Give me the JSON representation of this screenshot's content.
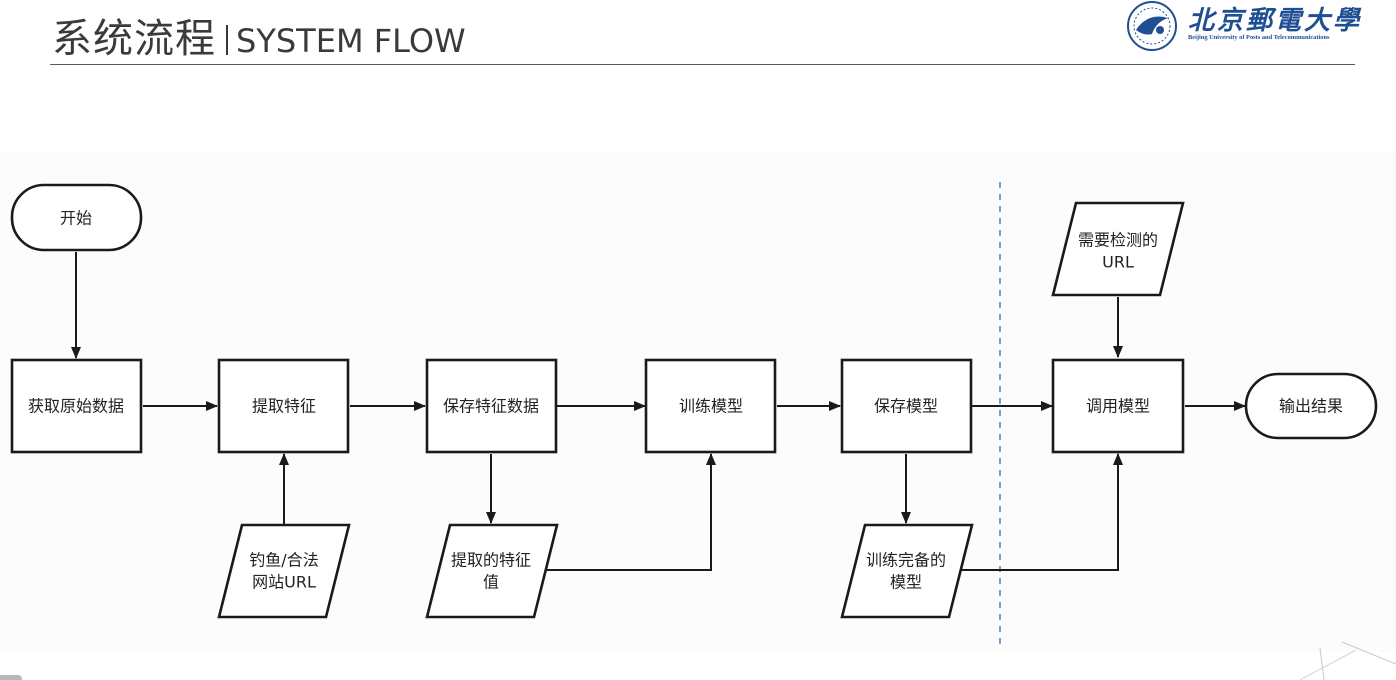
{
  "header": {
    "title_cn": "系统流程",
    "title_en": "SYSTEM FLOW",
    "logo_cn": "北京郵電大學",
    "logo_en": "Beijing University of Posts and Telecommunications"
  },
  "flow": {
    "start": "开始",
    "acquire_data": "获取原始数据",
    "extract_features": "提取特征",
    "save_feature_data": "保存特征数据",
    "train_model": "训练模型",
    "save_model": "保存模型",
    "invoke_model": "调用模型",
    "output_result": "输出结果",
    "phish_input_line1": "钓鱼/合法",
    "phish_input_line2": "网站URL",
    "feature_value_line1": "提取的特征",
    "feature_value_line2": "值",
    "trained_model_line1": "训练完备的",
    "trained_model_line2": "模型",
    "detect_url_line1": "需要检测的",
    "detect_url_line2": "URL"
  },
  "colors": {
    "stroke": "#1a1a1a",
    "separator": "#2f6fb0",
    "logo": "#1f4f93",
    "title": "#3a3a3a"
  }
}
